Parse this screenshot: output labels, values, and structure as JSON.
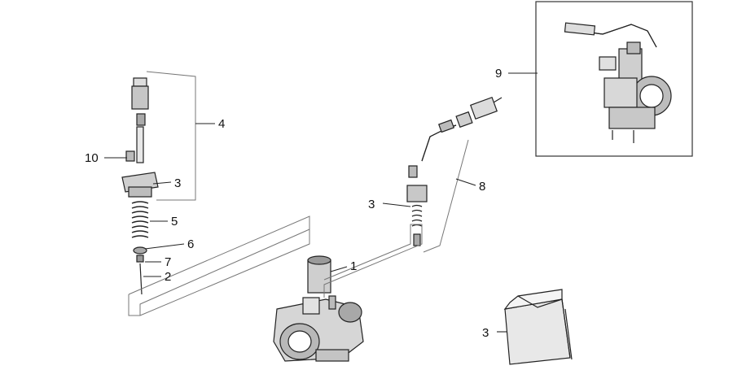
{
  "diagram": {
    "callouts": [
      {
        "id": "c1",
        "label": "1"
      },
      {
        "id": "c2",
        "label": "2"
      },
      {
        "id": "c3a",
        "label": "3"
      },
      {
        "id": "c3b",
        "label": "3"
      },
      {
        "id": "c3c",
        "label": "3"
      },
      {
        "id": "c4",
        "label": "4"
      },
      {
        "id": "c5",
        "label": "5"
      },
      {
        "id": "c6",
        "label": "6"
      },
      {
        "id": "c7",
        "label": "7"
      },
      {
        "id": "c8",
        "label": "8"
      },
      {
        "id": "c9",
        "label": "9"
      },
      {
        "id": "c10",
        "label": "10"
      }
    ],
    "colors": {
      "ink": "#222222",
      "shade": "#9a9a9a",
      "light": "#e6e6e6",
      "paper": "#ffffff"
    }
  }
}
